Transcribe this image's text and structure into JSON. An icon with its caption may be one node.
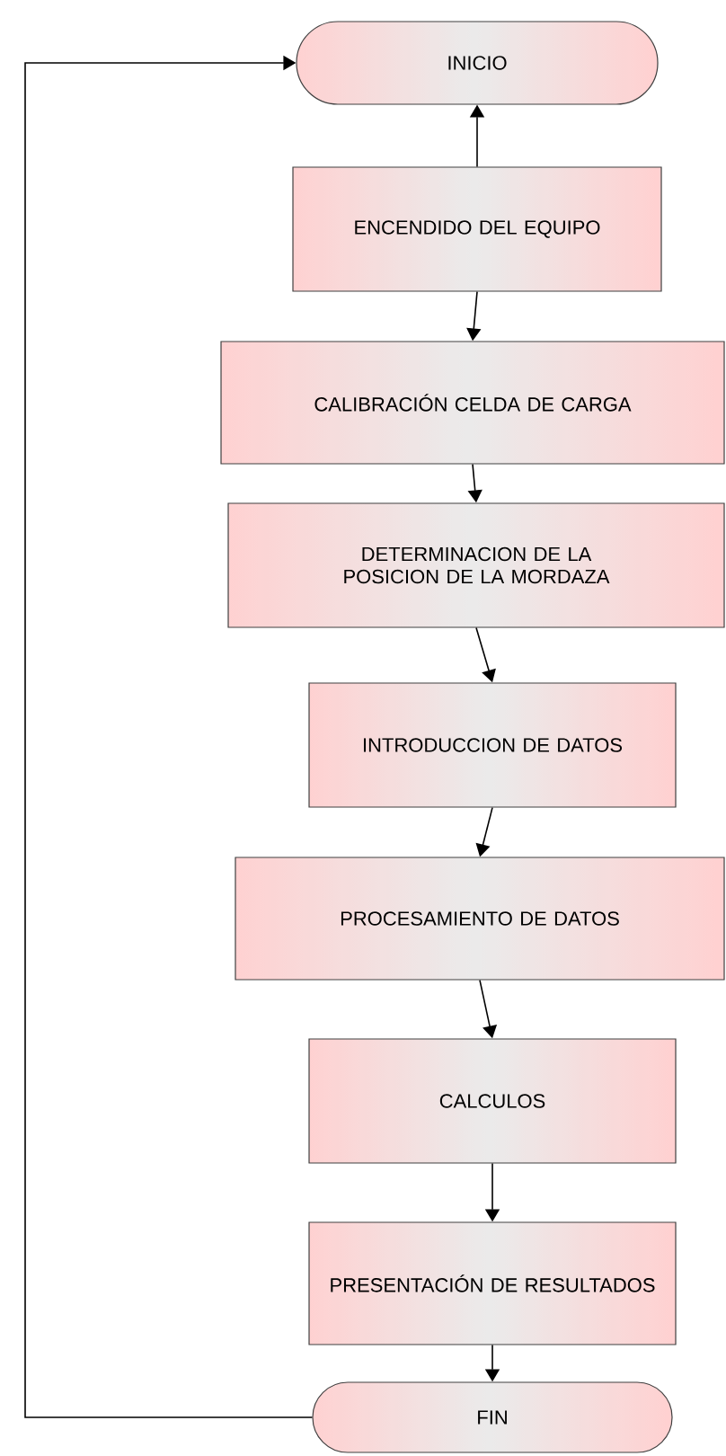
{
  "diagram": {
    "nodes": [
      {
        "text": [
          "INICIO"
        ]
      },
      {
        "text": [
          "ENCENDIDO DEL EQUIPO"
        ]
      },
      {
        "text": [
          "CALIBRACIÓN CELDA DE CARGA"
        ]
      },
      {
        "text": [
          "DETERMINACION DE LA POSICION DE LA MORDAZA"
        ]
      },
      {
        "text": [
          "INTRODUCCION DE DATOS"
        ]
      },
      {
        "text": [
          "PROCESAMIENTO DE DATOS"
        ]
      },
      {
        "text": [
          "CALCULOS"
        ]
      },
      {
        "text": [
          "PRESENTACIÓN DE RESULTADOS"
        ]
      },
      {
        "text": [
          "FIN"
        ]
      }
    ],
    "edges": [
      {
        "from": 1,
        "to": 0,
        "arrow": "to"
      },
      {
        "from": 1,
        "to": 2,
        "arrow": "to"
      },
      {
        "from": 2,
        "to": 3,
        "arrow": "to"
      },
      {
        "from": 3,
        "to": 4,
        "arrow": "to"
      },
      {
        "from": 4,
        "to": 5,
        "arrow": "to"
      },
      {
        "from": 5,
        "to": 6,
        "arrow": "to"
      },
      {
        "from": 6,
        "to": 7,
        "arrow": "to"
      },
      {
        "from": 7,
        "to": 8,
        "arrow": "to"
      },
      {
        "from": 8,
        "to": 0,
        "arrow": "to"
      }
    ]
  }
}
